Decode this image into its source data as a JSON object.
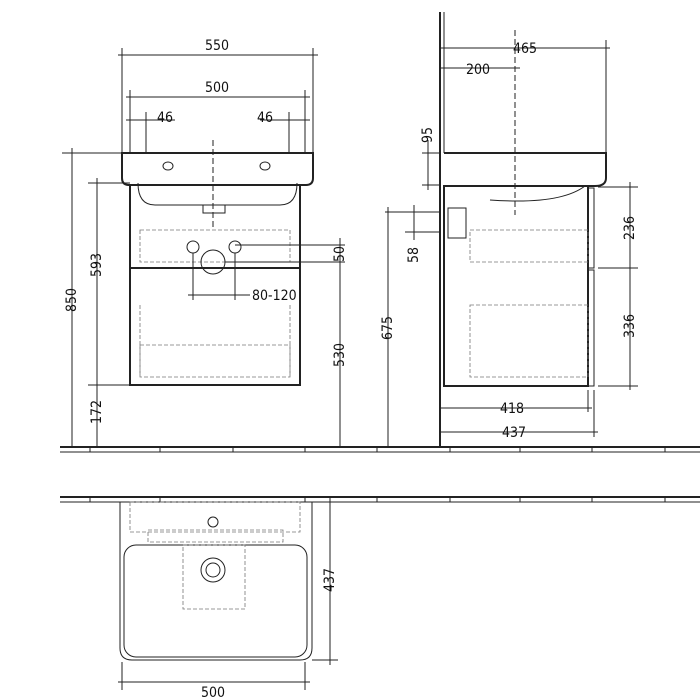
{
  "front_view": {
    "width_basin": "550",
    "width_cabinet": "500",
    "tap_offset_left": "46",
    "tap_offset_right": "46",
    "total_height": "850",
    "cabinet_height": "593",
    "floor_clearance": "172",
    "waste_height": "530",
    "waste_offset": "50",
    "supply_spacing": "80-120"
  },
  "side_view": {
    "depth_basin": "465",
    "drain_offset": "200",
    "basin_height": "95",
    "supply_offset": "58",
    "supply_height": "675",
    "drawer_top_height": "236",
    "drawer_bottom_height": "336",
    "cabinet_depth": "418",
    "total_depth": "437"
  },
  "top_view": {
    "width": "500",
    "depth": "437"
  },
  "colors": {
    "line": "#222222",
    "hidden": "#777777"
  }
}
